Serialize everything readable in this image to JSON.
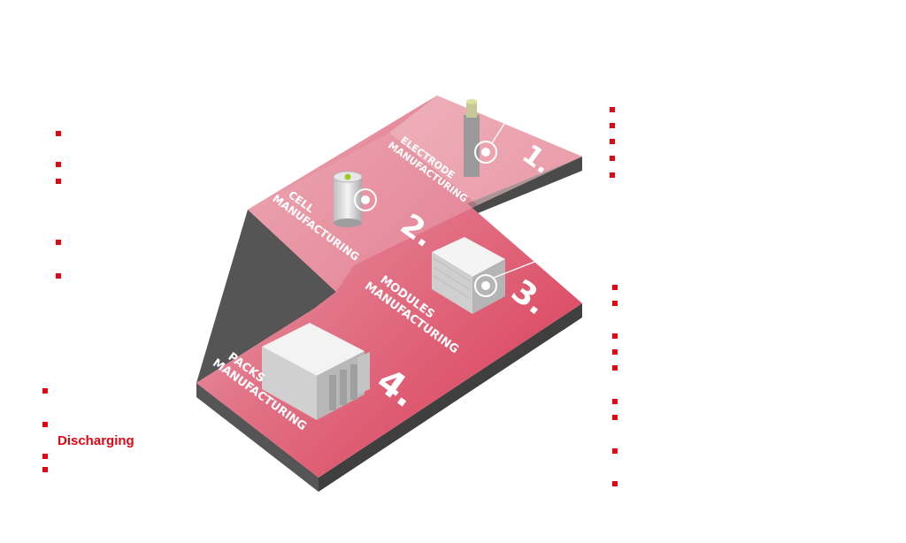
{
  "steps": [
    {
      "number": "1.",
      "title": "ELECTRODE MANUFACTURING",
      "line1": "ELECTRODE",
      "line2": "MANUFACTURING"
    },
    {
      "number": "2.",
      "title": "CELL MANUFACTURING",
      "line1": "CELL",
      "line2": "MANUFACTURING"
    },
    {
      "number": "3.",
      "title": "MODULES MANUFACTURING",
      "line1": "MODULES",
      "line2": "MANUFACTURING"
    },
    {
      "number": "4.",
      "title": "PACKS MANUFACTURING",
      "line1": "PACKS",
      "line2": "MANUFACTURING"
    }
  ],
  "side_labels": {
    "discharging": "Discharging"
  },
  "colors": {
    "accent": "#e30613",
    "platform_light": "#e8a3ad",
    "platform_mid": "#e36a7c",
    "platform_dark": "#d93a55",
    "platform_edge": "#4a4a4a"
  }
}
